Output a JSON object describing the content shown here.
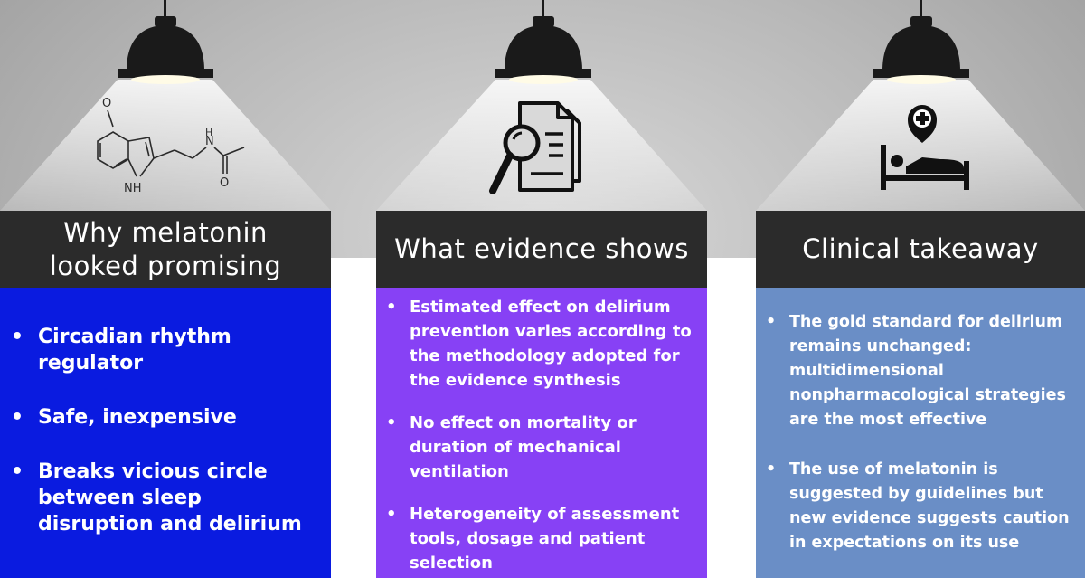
{
  "columns": [
    {
      "title": "Why melatonin looked promising",
      "title_line1": "Why melatonin",
      "title_line2": "looked promising",
      "panel_color": "#0a1be0",
      "icon": "melatonin-molecule-icon",
      "molecule_labels": [
        "O",
        "N",
        "H",
        "NH",
        "O"
      ],
      "bullets": [
        "Circadian rhythm regulator",
        "Safe, inexpensive",
        "Breaks vicious circle between sleep disruption and delirium"
      ]
    },
    {
      "title": "What evidence shows",
      "panel_color": "#8741f5",
      "icon": "document-magnifier-icon",
      "bullets": [
        "Estimated effect on delirium prevention varies according to the methodology adopted for the evidence synthesis",
        "No effect on mortality or duration of mechanical ventilation",
        "Heterogeneity of assessment tools, dosage and patient selection"
      ]
    },
    {
      "title": "Clinical takeaway",
      "panel_color": "#6a8ec6",
      "icon": "hospital-bed-icon",
      "bullets": [
        "The gold standard for delirium remains unchanged: multidimensional nonpharmacological strategies are the most effective",
        "The use of melatonin is suggested by guidelines but new evidence suggests caution in expectations on its use"
      ]
    }
  ],
  "bullet_char": "•",
  "colors": {
    "header": "#2b2b2b",
    "lamp": "#1a1a1a",
    "light": "#fffbe6"
  }
}
